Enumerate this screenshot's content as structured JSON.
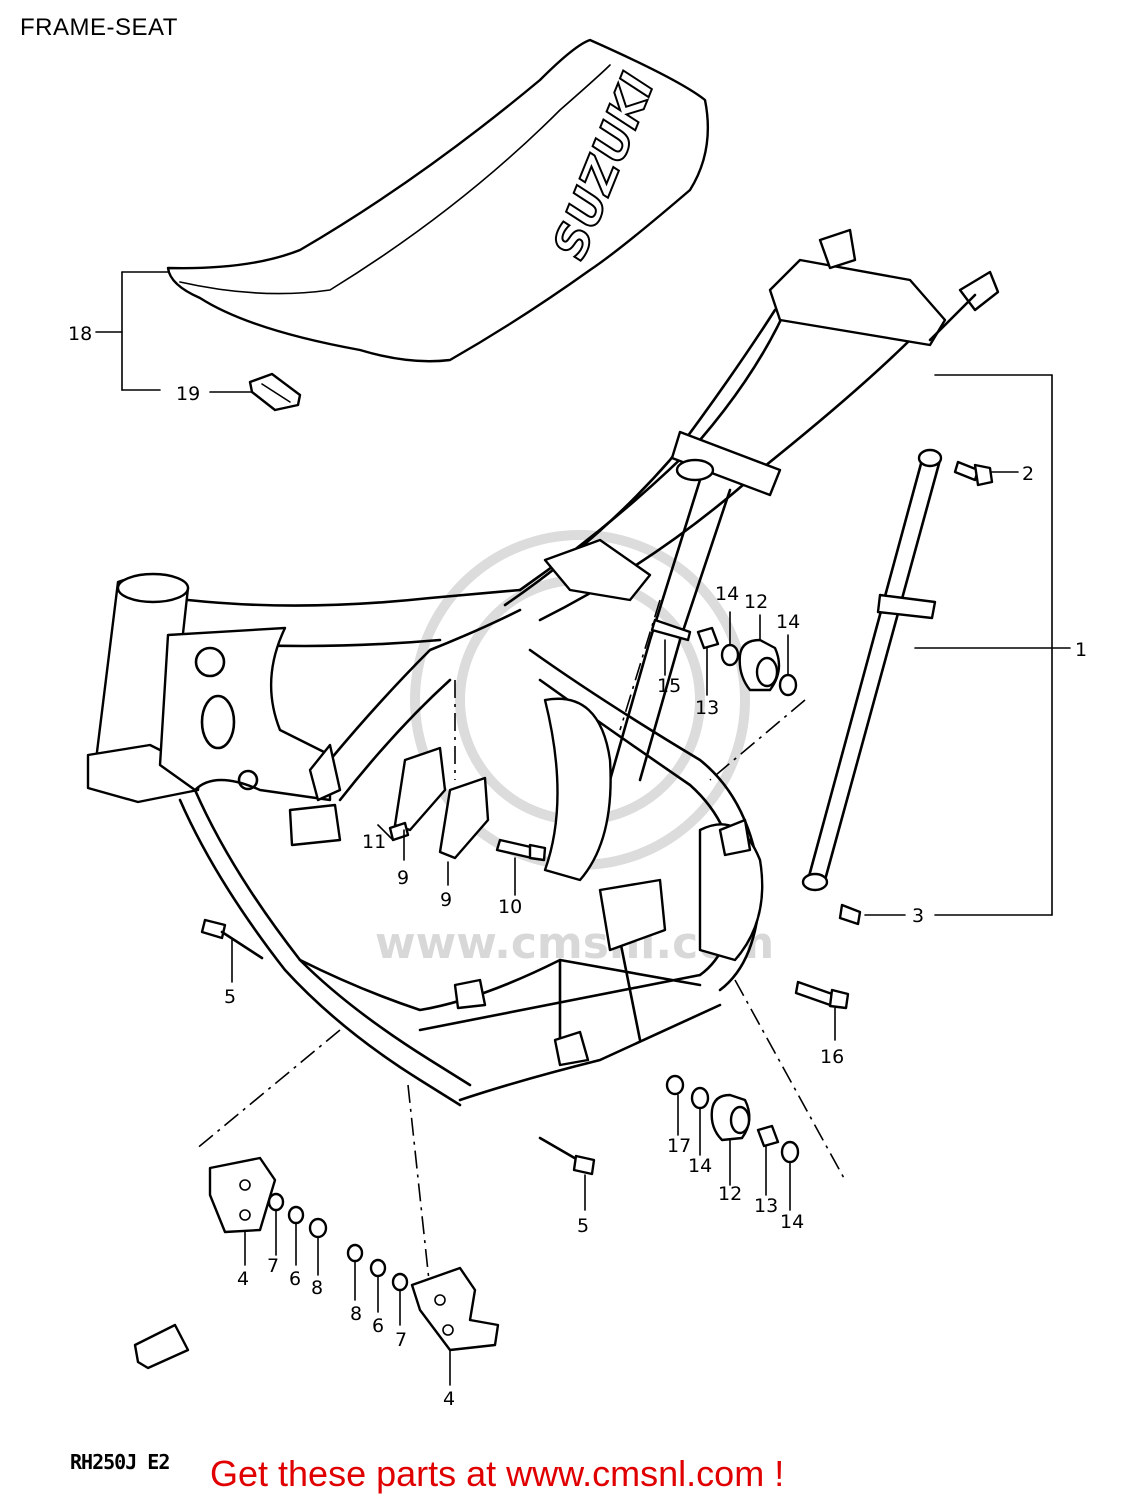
{
  "header": {
    "title": "FRAME-SEAT"
  },
  "seat": {
    "brand_text": "SUZUKI"
  },
  "watermark": {
    "text": "www.cmsnl.com"
  },
  "footer": {
    "model_code": "RH250J E2",
    "cta": "Get these parts at www.cmsnl.com !"
  },
  "callouts": [
    {
      "id": "c1",
      "label": "1"
    },
    {
      "id": "c2",
      "label": "2"
    },
    {
      "id": "c3",
      "label": "3"
    },
    {
      "id": "c4a",
      "label": "4"
    },
    {
      "id": "c4b",
      "label": "4"
    },
    {
      "id": "c5a",
      "label": "5"
    },
    {
      "id": "c5b",
      "label": "5"
    },
    {
      "id": "c6a",
      "label": "6"
    },
    {
      "id": "c6b",
      "label": "6"
    },
    {
      "id": "c7a",
      "label": "7"
    },
    {
      "id": "c7b",
      "label": "7"
    },
    {
      "id": "c8a",
      "label": "8"
    },
    {
      "id": "c8b",
      "label": "8"
    },
    {
      "id": "c9a",
      "label": "9"
    },
    {
      "id": "c9b",
      "label": "9"
    },
    {
      "id": "c10",
      "label": "10"
    },
    {
      "id": "c11",
      "label": "11"
    },
    {
      "id": "c12a",
      "label": "12"
    },
    {
      "id": "c12b",
      "label": "12"
    },
    {
      "id": "c13a",
      "label": "13"
    },
    {
      "id": "c13b",
      "label": "13"
    },
    {
      "id": "c14a",
      "label": "14"
    },
    {
      "id": "c14b",
      "label": "14"
    },
    {
      "id": "c14c",
      "label": "14"
    },
    {
      "id": "c14d",
      "label": "14"
    },
    {
      "id": "c15",
      "label": "15"
    },
    {
      "id": "c16",
      "label": "16"
    },
    {
      "id": "c17",
      "label": "17"
    },
    {
      "id": "c18",
      "label": "18"
    },
    {
      "id": "c19",
      "label": "19"
    }
  ]
}
